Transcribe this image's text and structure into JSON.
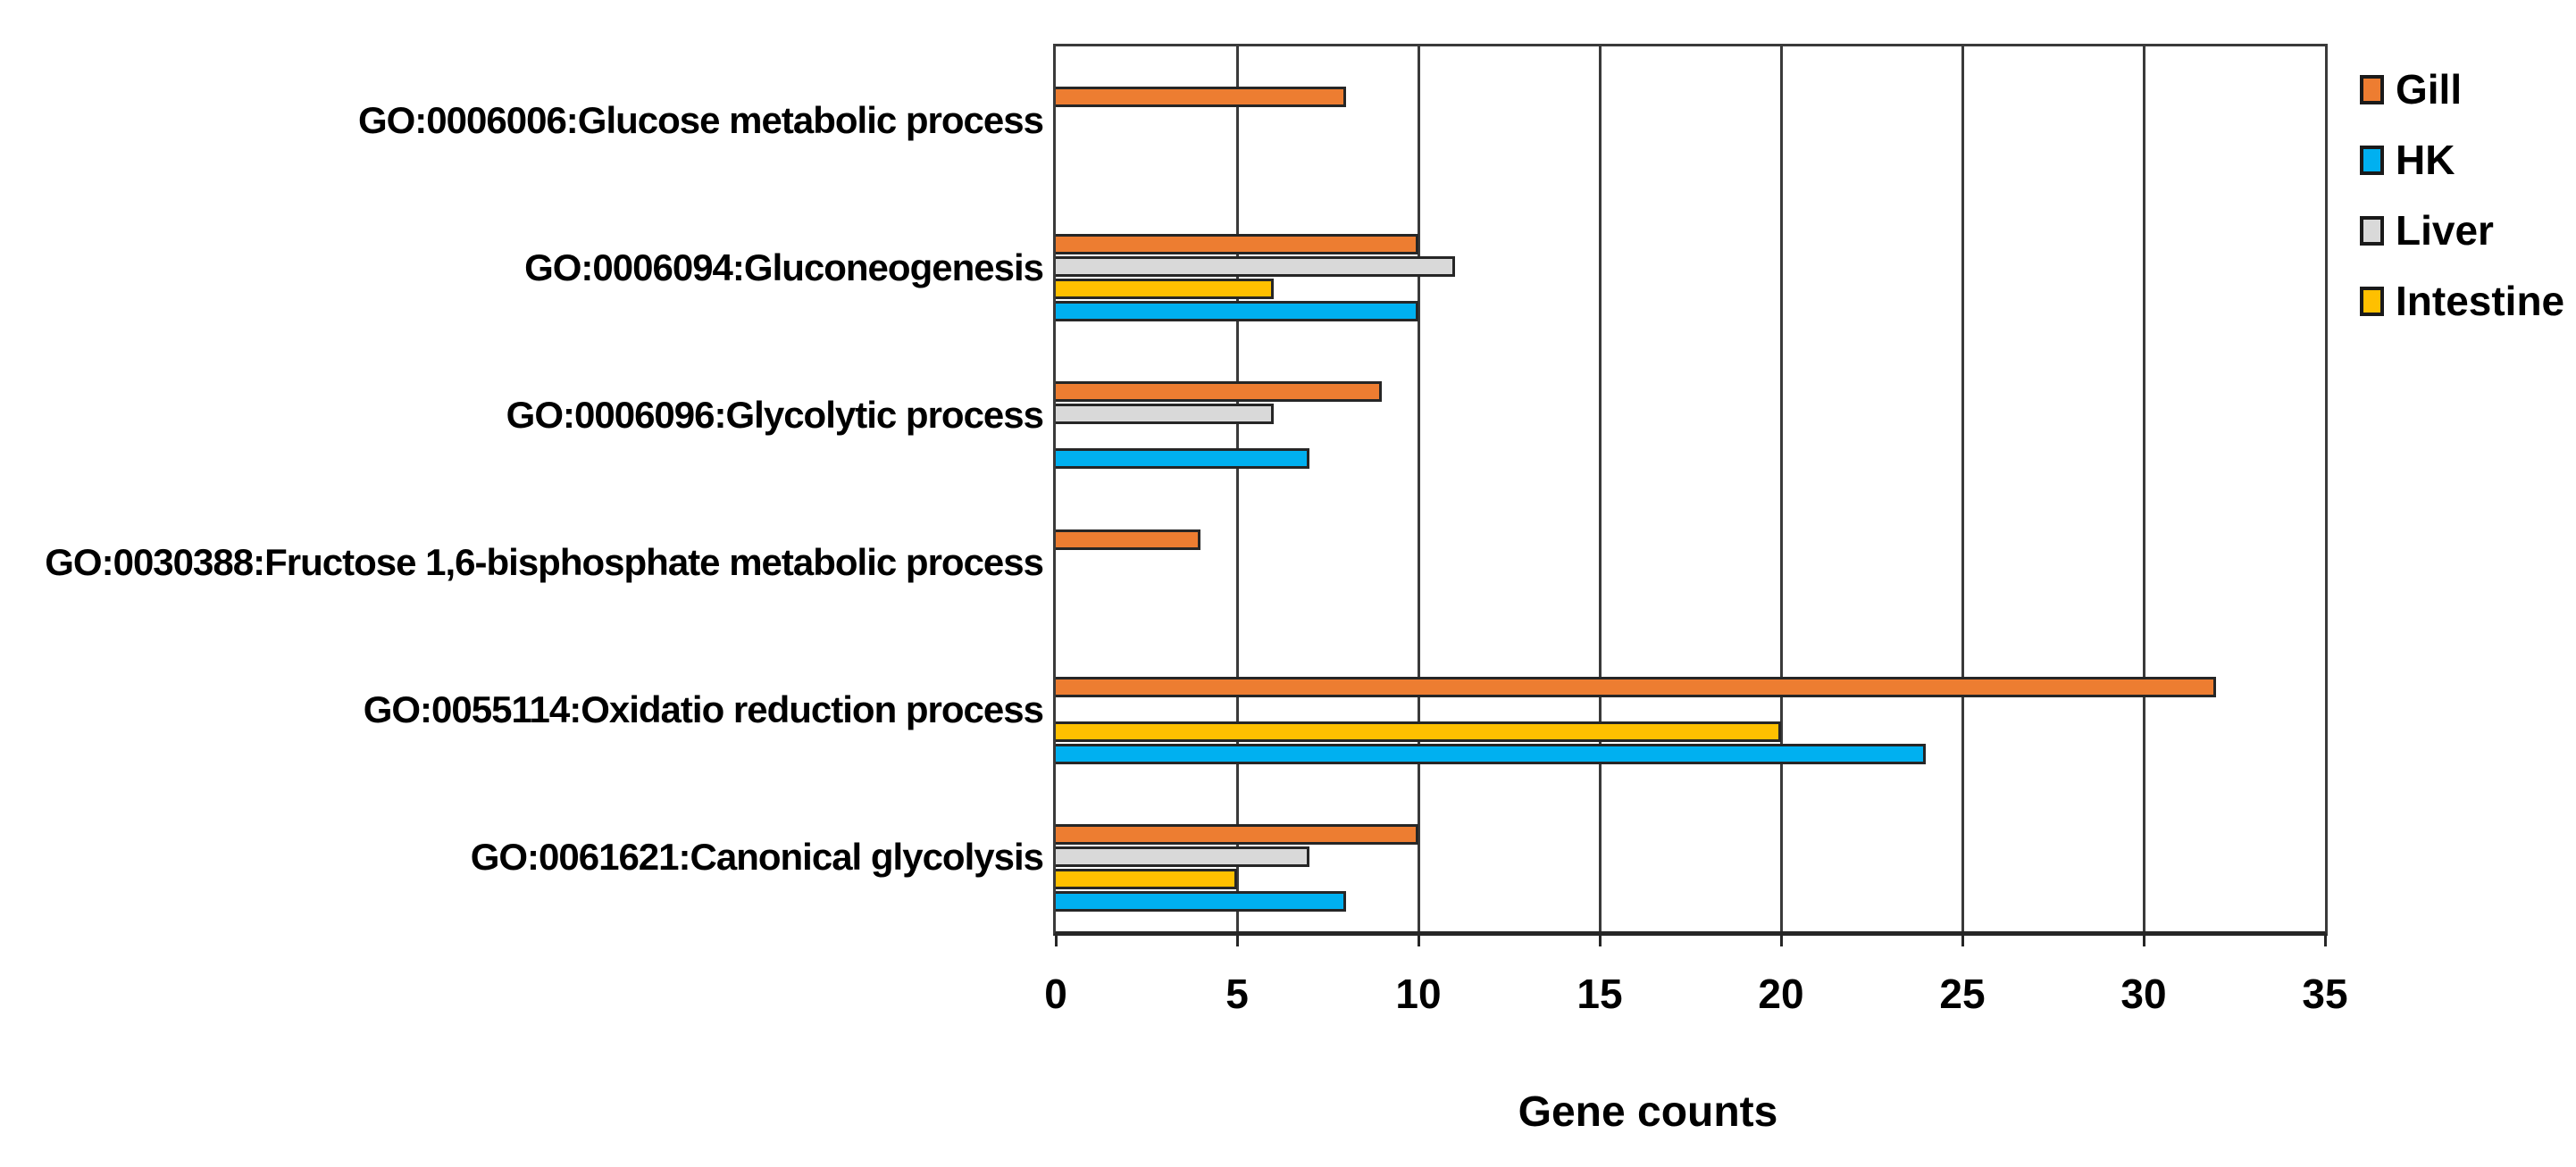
{
  "figure": {
    "background": "#FFFFFF"
  },
  "chart_data": {
    "type": "bar",
    "orientation": "horizontal",
    "title": "",
    "xlabel": "Gene counts",
    "ylabel": "",
    "xlim": [
      0,
      35
    ],
    "xticks": [
      0,
      5,
      10,
      15,
      20,
      25,
      30,
      35
    ],
    "grid": true,
    "gridline_color": "#3A3A3A",
    "bar_outline_color": "#262626",
    "text_color": "#000000",
    "legend_position": "top-right",
    "legend_order": [
      "Gill",
      "HK",
      "Liver",
      "Intestine"
    ],
    "row_order_top_to_bottom": [
      "Gill",
      "Liver",
      "Intestine",
      "HK"
    ],
    "categories": [
      "GO:0006006:Glucose metabolic process",
      "GO:0006094:Gluconeogenesis",
      "GO:0006096:Glycolytic process",
      "GO:0030388:Fructose 1,6-bisphosphate metabolic process",
      "GO:0055114:Oxidatio reduction process",
      "GO:0061621:Canonical glycolysis"
    ],
    "series": [
      {
        "name": "Gill",
        "color": "#ED7D31",
        "values": [
          8,
          10,
          9,
          4,
          32,
          10
        ]
      },
      {
        "name": "HK",
        "color": "#00B0F0",
        "values": [
          0,
          10,
          7,
          0,
          24,
          8
        ]
      },
      {
        "name": "Liver",
        "color": "#D9D9D9",
        "values": [
          0,
          11,
          6,
          0,
          0,
          7
        ]
      },
      {
        "name": "Intestine",
        "color": "#FFC000",
        "values": [
          0,
          6,
          0,
          0,
          20,
          5
        ]
      }
    ]
  }
}
